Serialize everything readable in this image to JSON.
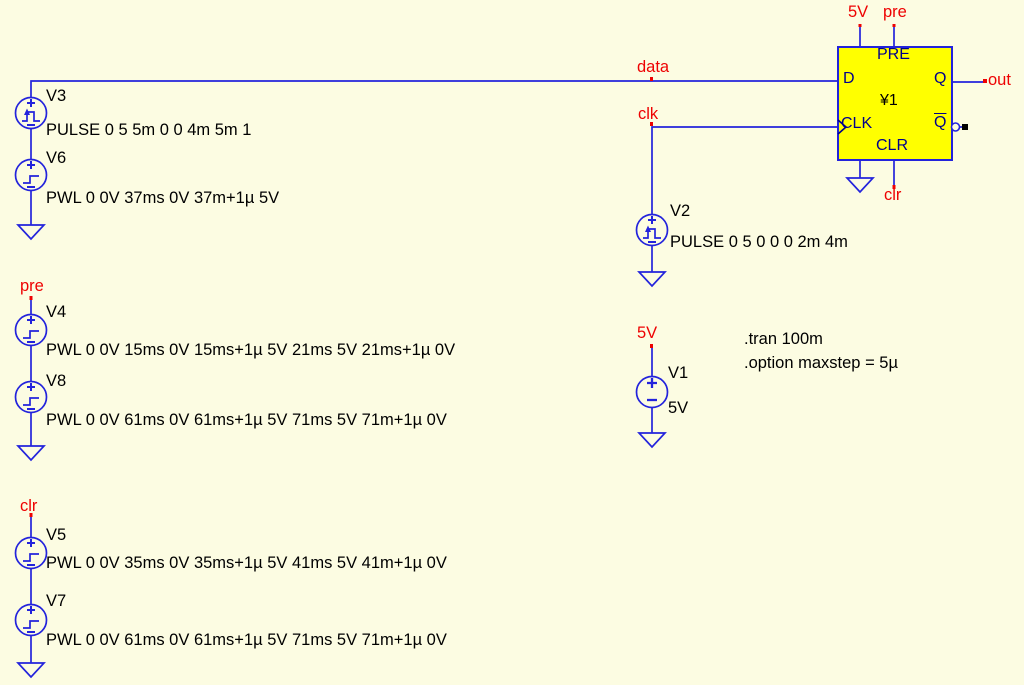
{
  "app": {
    "kind": "spice-schematic"
  },
  "colors": {
    "background": "#FCFCE2",
    "wire": "#2323DC",
    "net_label": "#EE0202",
    "text": "#000000",
    "part_fill": "#FFFF00",
    "pin_text": "#00008B"
  },
  "directives": {
    "tran": ".tran 100m",
    "maxstep": ".option maxstep = 5µ"
  },
  "sources": {
    "v3": {
      "name": "V3",
      "value": "PULSE 0 5 5m 0 0 4m 5m 1"
    },
    "v6": {
      "name": "V6",
      "value": "PWL 0 0V 37ms 0V 37m+1µ 5V"
    },
    "v4": {
      "name": "V4",
      "value": "PWL 0 0V 15ms 0V 15ms+1µ 5V 21ms 5V 21ms+1µ 0V"
    },
    "v8": {
      "name": "V8",
      "value": "PWL 0 0V 61ms 0V 61ms+1µ 5V 71ms 5V 71m+1µ 0V"
    },
    "v5": {
      "name": "V5",
      "value": "PWL 0 0V 35ms 0V 35ms+1µ 5V 41ms 5V 41m+1µ 0V"
    },
    "v7": {
      "name": "V7",
      "value": "PWL 0 0V 61ms 0V 61ms+1µ 5V 71ms 5V 71m+1µ 0V"
    },
    "v2": {
      "name": "V2",
      "value": "PULSE 0 5 0 0 0 2m 4m"
    },
    "v1": {
      "name": "V1",
      "value": "5V"
    }
  },
  "labels": {
    "data": "data",
    "clk": "clk",
    "pre_left": "pre",
    "clr_left": "clr",
    "v1_supply": "5V",
    "ff_supply": "5V",
    "ff_pre": "pre",
    "ff_clr": "clr",
    "out": "out"
  },
  "flipflop": {
    "instance": "¥1",
    "pins": {
      "pre": "PRE",
      "d": "D",
      "q": "Q",
      "clk": "CLK",
      "qbar": "Q",
      "clr": "CLR"
    }
  }
}
